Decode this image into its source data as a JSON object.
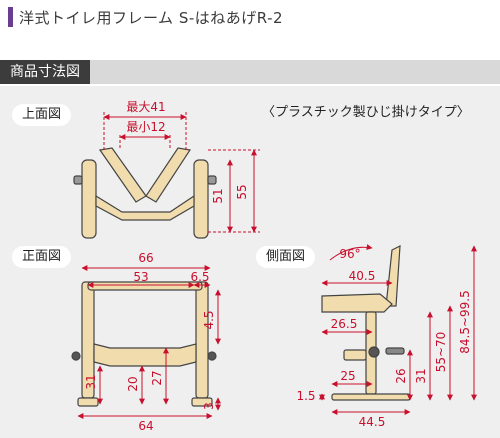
{
  "header": {
    "title": "洋式トイレ用フレーム S-はねあげR-2"
  },
  "section": {
    "label": "商品寸法図"
  },
  "views": {
    "top": {
      "label": "上面図",
      "max_width": "最大41",
      "min_width": "最小12",
      "depth_inner": "51",
      "depth_outer": "55"
    },
    "front": {
      "label": "正面図",
      "overall_width": "66",
      "inner_width": "53",
      "offset": "6.5",
      "rail_drop": "4.5",
      "height_a": "31",
      "height_b": "20",
      "height_c": "27",
      "base_width": "64",
      "foot": "3"
    },
    "side": {
      "label": "側面図",
      "note": "〈プラスチック製ひじ掛けタイプ〉",
      "angle": "96°",
      "armrest_length": "40.5",
      "seat_depth": "26.5",
      "base_offset": "25",
      "base_length": "44.5",
      "base_height": "1.5",
      "h_26": "26",
      "h_31": "31",
      "h_range_a": "55~70",
      "h_range_b": "84.5~99.5"
    }
  },
  "colors": {
    "accent": "#6a3d8f",
    "dimension": "#c8102e",
    "frame_fill": "#f1dcae",
    "frame_stroke": "#444444",
    "panel_bg": "#efefef"
  }
}
